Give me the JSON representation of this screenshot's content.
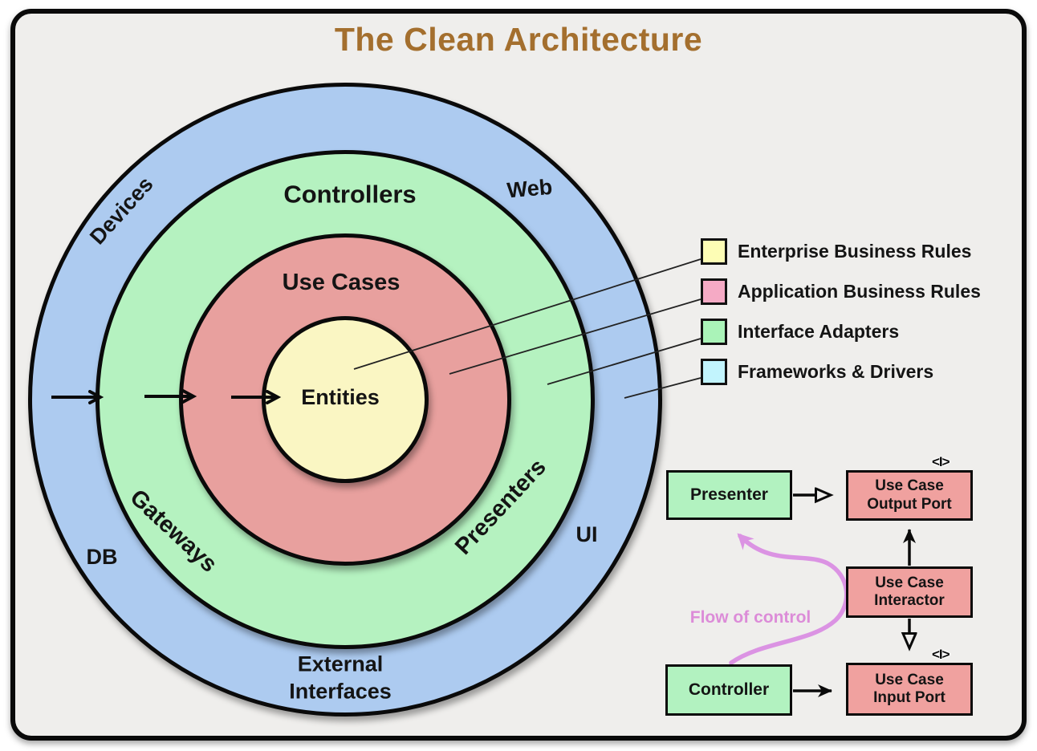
{
  "title": {
    "text": "The Clean Architecture",
    "color": "#A46F2E"
  },
  "circle_labels": {
    "devices": "Devices",
    "web": "Web",
    "db": "DB",
    "ui": "UI",
    "external_interfaces": "External\nInterfaces",
    "controllers": "Controllers",
    "gateways": "Gateways",
    "presenters": "Presenters",
    "use_cases": "Use Cases",
    "entities": "Entities"
  },
  "ring_colors": {
    "frameworks_drivers": "#ADCBF0",
    "interface_adapters": "#B5F2C0",
    "application_business_rules": "#E8A09E",
    "enterprise_business_rules": "#FAF6C3"
  },
  "legend": {
    "items": [
      {
        "label": "Enterprise Business Rules",
        "color": "#FDFDB5"
      },
      {
        "label": "Application Business Rules",
        "color": "#F5AAC5"
      },
      {
        "label": "Interface Adapters",
        "color": "#AAF3B8"
      },
      {
        "label": "Frameworks & Drivers",
        "color": "#C2F4FD"
      }
    ]
  },
  "flow_diagram": {
    "boxes": {
      "presenter": "Presenter",
      "controller": "Controller",
      "output_port": "Use Case\nOutput Port",
      "interactor": "Use Case\nInteractor",
      "input_port": "Use Case\nInput Port"
    },
    "box_colors": {
      "green": "#B2F2C0",
      "red": "#F0A19F"
    },
    "interface_marker": "<I>",
    "flow_label": {
      "text": "Flow of control",
      "color": "#DC8CD8"
    },
    "flow_arrow_color": "#DB93E3"
  }
}
